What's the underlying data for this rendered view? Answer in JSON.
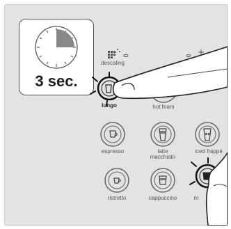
{
  "timer": {
    "label": "3 sec.",
    "elapsed_fraction": 0.25
  },
  "buttons": {
    "descaling": "descaling",
    "lungo": "lungo",
    "hot_foam": "hot foam",
    "espresso": "espresso",
    "latte_macchiato": "latte macchiato",
    "iced_frappe": "iced frappé",
    "ristretto": "ristretto",
    "cappuccino": "cappuccino",
    "milk": "m"
  },
  "colors": {
    "panel": "#e3e3e3",
    "ink": "#555555",
    "highlight": "#2b2b2b",
    "accent_fill": "#888888"
  },
  "icons": [
    "clock-icon",
    "descaling-icon",
    "cup-icon",
    "glass-icon",
    "hand-icon",
    "press-ray-icon"
  ]
}
